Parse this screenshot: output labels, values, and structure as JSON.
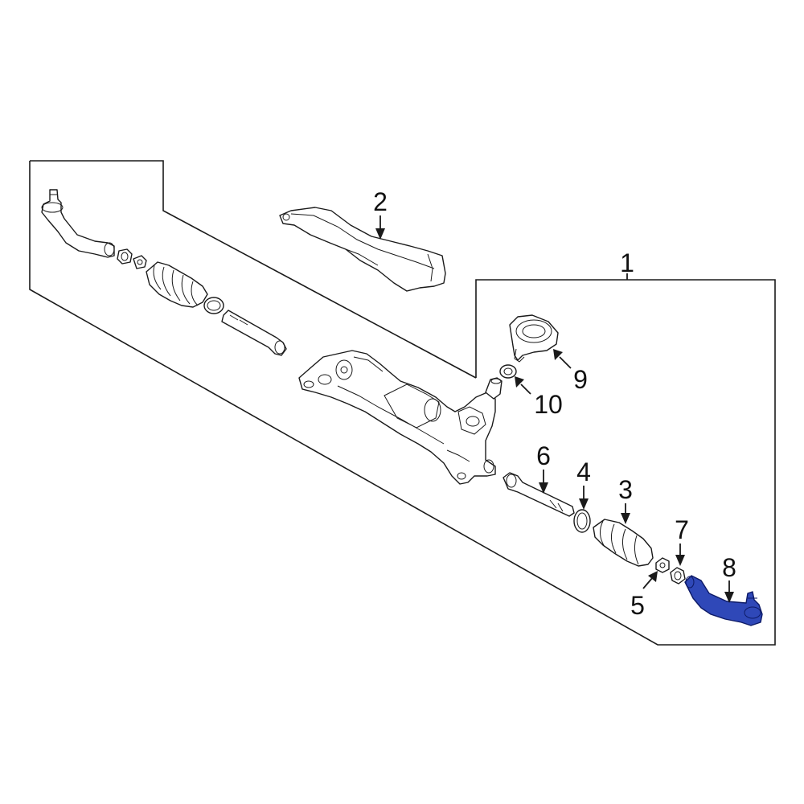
{
  "diagram": {
    "highlight_color": "#2f48b8",
    "callouts": [
      {
        "id": "1",
        "label": "1"
      },
      {
        "id": "2",
        "label": "2"
      },
      {
        "id": "3",
        "label": "3"
      },
      {
        "id": "4",
        "label": "4"
      },
      {
        "id": "5",
        "label": "5"
      },
      {
        "id": "6",
        "label": "6"
      },
      {
        "id": "7",
        "label": "7"
      },
      {
        "id": "8",
        "label": "8"
      },
      {
        "id": "9",
        "label": "9"
      },
      {
        "id": "10",
        "label": "10"
      }
    ]
  }
}
